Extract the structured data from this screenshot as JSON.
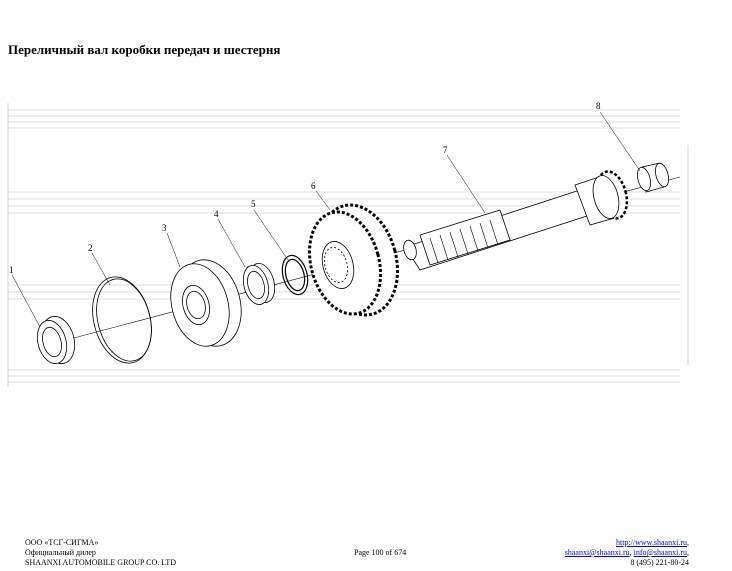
{
  "page": {
    "title": "Переличный вал коробки передач и шестерня"
  },
  "diagram": {
    "callouts": [
      "1",
      "2",
      "3",
      "4",
      "5",
      "6",
      "7",
      "8"
    ]
  },
  "footer": {
    "company": "ООО «ТСГ-СИГМА»",
    "dealer": "Официальный дилер",
    "manufacturer": "SHAANXI AUTOMOBILE GROUP CO. LTD",
    "page_number": "Page 100 of 674",
    "website": "http://www.shaanxi.ru",
    "website_suffix": ",",
    "email1": "shaanxi@shaanxi.ru",
    "email_sep": ", ",
    "email2": "info@shaanxi.ru",
    "email_suffix": ",",
    "phone": "8 (495) 221-80-24"
  }
}
